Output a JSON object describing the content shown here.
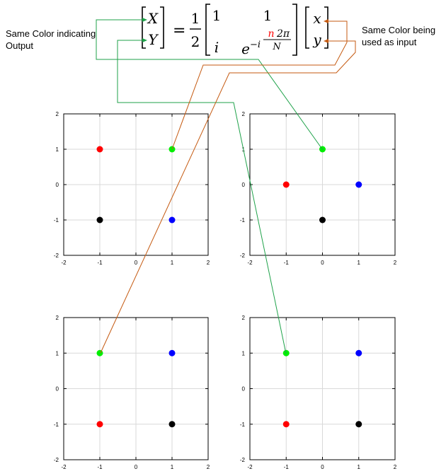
{
  "notes": {
    "output": "Same Color indicating Output",
    "input": "Same Color being used as input"
  },
  "equation": {
    "lhs": [
      "X",
      "Y"
    ],
    "scale_num": "1",
    "scale_den": "2",
    "matrix": {
      "r1c1": "1",
      "r1c2": "1",
      "r2c1": "i",
      "r2c2_base": "e",
      "r2c2_exp_prefix": "−i",
      "r2c2_exp_num_red": "n",
      "r2c2_exp_num_rest": "2π",
      "r2c2_exp_den": "N"
    },
    "rhs": [
      "x",
      "y"
    ]
  },
  "colors": {
    "red": "#ff0000",
    "green": "#00ee00",
    "blue": "#0000ff",
    "black": "#000000",
    "output_connector": "#1fa24a",
    "input_connector": "#c55a11",
    "grid": "#d9d9d9"
  },
  "chart_data": [
    {
      "type": "scatter",
      "xlim": [
        -2,
        2
      ],
      "ylim": [
        -2,
        2
      ],
      "xticks": [
        "-2",
        "-1",
        "0",
        "1",
        "2"
      ],
      "yticks": [
        "-2",
        "-1",
        "0",
        "1",
        "2"
      ],
      "grid": true,
      "points": [
        {
          "color": "red",
          "x": -1,
          "y": 1
        },
        {
          "color": "green",
          "x": 1,
          "y": 1
        },
        {
          "color": "black",
          "x": -1,
          "y": -1
        },
        {
          "color": "blue",
          "x": 1,
          "y": -1
        }
      ]
    },
    {
      "type": "scatter",
      "xlim": [
        -2,
        2
      ],
      "ylim": [
        -2,
        2
      ],
      "xticks": [
        "-2",
        "-1",
        "0",
        "1",
        "2"
      ],
      "yticks": [
        "-2",
        "-1",
        "0",
        "1",
        "2"
      ],
      "grid": true,
      "points": [
        {
          "color": "green",
          "x": 0,
          "y": 1
        },
        {
          "color": "red",
          "x": -1,
          "y": 0
        },
        {
          "color": "blue",
          "x": 1,
          "y": 0
        },
        {
          "color": "black",
          "x": 0,
          "y": -1
        }
      ]
    },
    {
      "type": "scatter",
      "xlim": [
        -2,
        2
      ],
      "ylim": [
        -2,
        2
      ],
      "xticks": [
        "-2",
        "-1",
        "0",
        "1",
        "2"
      ],
      "yticks": [
        "-2",
        "-1",
        "0",
        "1",
        "2"
      ],
      "grid": true,
      "points": [
        {
          "color": "green",
          "x": -1,
          "y": 1
        },
        {
          "color": "blue",
          "x": 1,
          "y": 1
        },
        {
          "color": "red",
          "x": -1,
          "y": -1
        },
        {
          "color": "black",
          "x": 1,
          "y": -1
        }
      ]
    },
    {
      "type": "scatter",
      "xlim": [
        -2,
        2
      ],
      "ylim": [
        -2,
        2
      ],
      "xticks": [
        "-2",
        "-1",
        "0",
        "1",
        "2"
      ],
      "yticks": [
        "-2",
        "-1",
        "0",
        "1",
        "2"
      ],
      "grid": true,
      "points": [
        {
          "color": "green",
          "x": -1,
          "y": 1
        },
        {
          "color": "blue",
          "x": 1,
          "y": 1
        },
        {
          "color": "red",
          "x": -1,
          "y": -1
        },
        {
          "color": "black",
          "x": 1,
          "y": -1
        }
      ]
    }
  ]
}
